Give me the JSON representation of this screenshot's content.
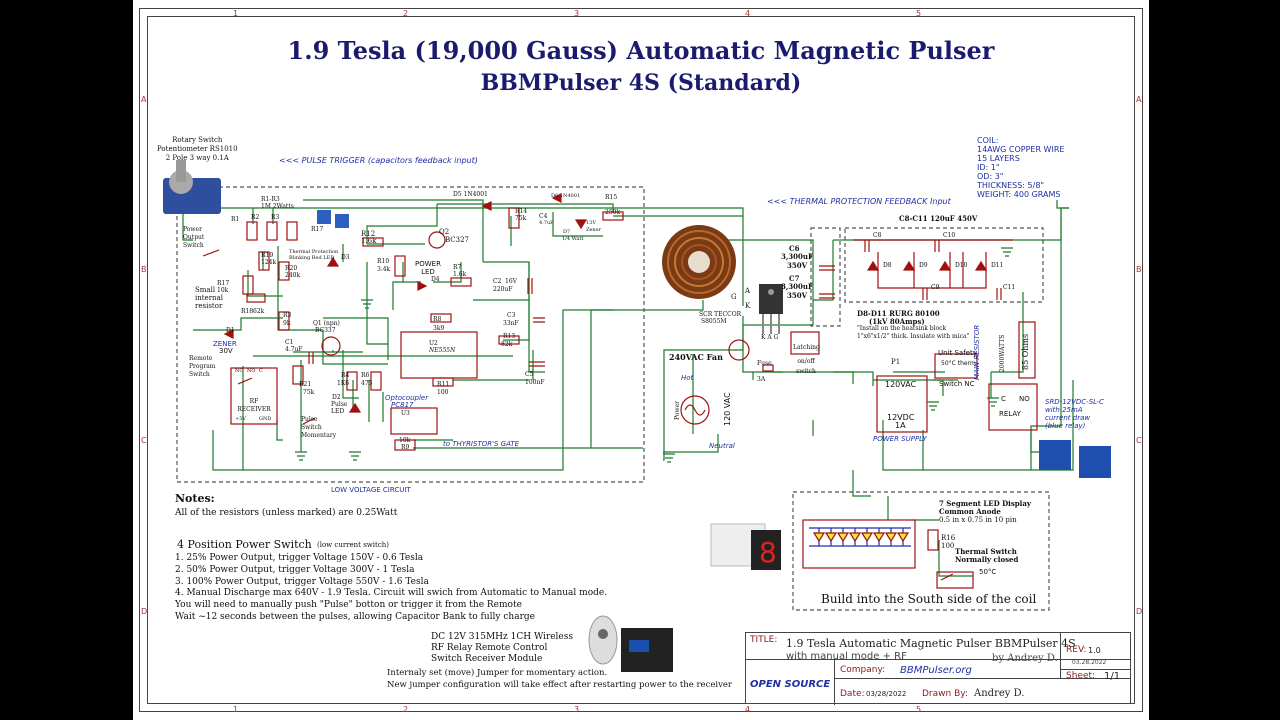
{
  "title_line1": "1.9 Tesla (19,000 Gauss) Automatic Magnetic Pulser",
  "title_line2": "BBMPulser 4S (Standard)",
  "border": {
    "cols": [
      "1",
      "2",
      "3",
      "4",
      "5"
    ],
    "rows": [
      "A",
      "B",
      "C",
      "D"
    ]
  },
  "coil": {
    "lines": [
      "COIL:",
      "14AWG COPPER WIRE",
      "15 LAYERS",
      "ID: 1\"",
      "OD: 3\"",
      "THICKNESS: 5/8\"",
      "WEIGHT: 400 GRAMS"
    ]
  },
  "feedback": {
    "pulse_trigger": "<<< PULSE TRIGGER (capacitors feedback input)",
    "thermal": "<<< THERMAL PROTECTION FEEDBACK Input"
  },
  "rotary_switch": [
    "Rotary Switch",
    "Potentiometer RS1010",
    "2 Pole 3 way 0.1A"
  ],
  "components": {
    "r1r3": "R1-R3",
    "r1r3_val": "1M 2Watts",
    "r1": "R1",
    "r2": "R2",
    "r3": "R3",
    "r17": "R17",
    "r12": "R12",
    "r12_val": "1.6k",
    "q2": "Q2",
    "q2_val": "BC327",
    "d5": "D5 1N4001",
    "d6": "D6 1N4001",
    "r14": "R14",
    "r14_val": "75k",
    "c4": "C4",
    "c4_val": "4.7uF",
    "d7": "D7",
    "d7_val": "13V",
    "d7_z": "Zener",
    "d7_w": "1/4 Watt",
    "r15": "R15",
    "r15_val": "250k",
    "power_sw": [
      "Power",
      "Output",
      "Switch"
    ],
    "r19": "R19",
    "r19_val": "124k",
    "r20": "R20",
    "r20_val": "240k",
    "thermal_led": [
      "Thermal Protection",
      "Blinking Red LED"
    ],
    "d3": "D3",
    "r10": "R10",
    "r10_val": "3.4k",
    "power_led": [
      "POWER",
      "LED"
    ],
    "d4": "D4",
    "r7": "R7",
    "r7_val": "1.6k",
    "c2": "C2",
    "c2_val": "16V",
    "c2_c": "220uF",
    "r17_val": "10k",
    "small_res": [
      "Small",
      "internal",
      "resistor"
    ],
    "r18": "R18",
    "r18_val": "62k",
    "r3b": "R3",
    "r3b_val": "9k",
    "q1": "Q1 (npn)",
    "q1_val": "BC337",
    "r8": "R8",
    "r8_val": "3k9",
    "u2": "U2",
    "u2_val": "NE555N",
    "r13": "R13",
    "r13_val": "82k",
    "c3": "C3",
    "c3_val": "33nF",
    "c5": "C5",
    "c5_val": "100nF",
    "d1": "D1",
    "d1_z": "ZENER",
    "d1_v": "30V",
    "c1": "C1",
    "c1_val": "4.7uF",
    "remote": [
      "Remote",
      "Program",
      "Switch"
    ],
    "r4": "R4",
    "r4_val": "1K6",
    "r6": "R6",
    "r6_val": "475",
    "r11": "R11",
    "r11_val": "100",
    "r21": "R21",
    "r21_val": "75k",
    "d2": "D2",
    "d2_l": "Pulse",
    "d2_led": "LED",
    "opto": "Optocoupler",
    "opto_val": "PC817",
    "u3": "U3",
    "pulse_sw": [
      "Pulse",
      "Switch",
      "Momentary"
    ],
    "r9": "R9",
    "r9_val": "10k",
    "rf": [
      "RF",
      "RECEIVER"
    ],
    "rf_pins": [
      "NC",
      "NO",
      "C",
      "+5V",
      "GND"
    ],
    "thyristor": "to THYRISTOR'S GATE",
    "lv": "LOW VOLTAGE CIRCUIT"
  },
  "hv": {
    "c6": "C6",
    "c6_val": "3,300uF",
    "c6_v": "350V",
    "c7": "C7",
    "c7_val": "3,300uF",
    "c7_v": "350V",
    "scr": "SCR TECCOR",
    "scr_val": "S8055M",
    "scr_pins": "K A G",
    "scr_g": "G",
    "scr_a": "A",
    "scr_k": "K",
    "c8c11": "C8-C11  120uF 450V",
    "caps": [
      "C8",
      "C9",
      "C10",
      "C11"
    ],
    "diodes": [
      "D8",
      "D9",
      "D10",
      "D11"
    ],
    "d8d11": "D8-D11   RURG 80100",
    "d8d11_spec": "(1kV 80Amps)",
    "d8d11_note1": "\"Install on the heatsink block",
    "d8d11_note2": "1\"x6\"x1/2\" thick. Insulate with mica\"",
    "main_res": "MAIN RESISTOR",
    "main_res_w": "2000WATTS",
    "main_res_val": "85 Ohms"
  },
  "ac": {
    "fan": "240VAC Fan",
    "latching": "Latching",
    "onoff": [
      "on/off",
      "switch"
    ],
    "fuse": "Fuse",
    "fuse_val": "3A",
    "hot": "Hot",
    "neutral": "Neutral",
    "power": "Power",
    "volts": "120 VAC",
    "p1": "P1",
    "psu_in": "120VAC",
    "psu_out": "12VDC",
    "psu_a": "1A",
    "psu": "POWER SUPPLY",
    "unit_safety": "Unit Safety",
    "thermo": "50°C therm",
    "switch_nc": "Switch NC",
    "relay": "RELAY",
    "relay_c": "C",
    "relay_no": "NO",
    "relay_spec": [
      "SRD-12VDC-SL-C",
      "with 25mA",
      "current draw",
      "(blue relay)"
    ]
  },
  "display": {
    "title": [
      "7 Segment LED Display",
      "Common Anode",
      "0.5 in x 0.75 in 10 pin"
    ],
    "r16": "R16",
    "r16_val": "100",
    "thermal_sw": [
      "Thermal Switch",
      "Normally closed"
    ],
    "thermal_temp": "50°C",
    "build": "Build into the South side of the coil"
  },
  "notes": {
    "heading": "Notes:",
    "resistors": "All of the resistors (unless marked) are 0.25Watt",
    "switch_heading": "4 Position Power Switch",
    "switch_sub": "(low current switch)",
    "items": [
      "1. 25% Power Output, trigger Voltage  150V - 0.6 Tesla",
      "2. 50% Power Output, trigger Voltage  300V - 1 Tesla",
      "3. 100% Power Output, trigger Voltage  550V - 1.6 Tesla",
      "4. Manual Discharge max  640V - 1.9 Tesla.  Circuit will swich from Automatic to Manual mode.",
      "You will need to manually push \"Pulse\" botton or  trigger it from the Remote",
      "Wait ~12 seconds between the pulses, allowing Capacitor Bank to fully charge"
    ],
    "remote": [
      "DC 12V 315MHz 1CH Wireless",
      "RF Relay Remote Control",
      "Switch Receiver Module"
    ],
    "jumper": [
      "Internaly set (move) Jumper for momentary action.",
      "New jumper configuration will take effect after restarting power to the receiver"
    ]
  },
  "title_block": {
    "title_label": "TITLE:",
    "title": "1.9 Tesla Automatic Magnetic Pulser  BBMPulser 4S",
    "subtitle": "with manual mode + RF",
    "by": "by Andrey D.",
    "rev_label": "REV:",
    "rev": "1.0",
    "rev_date": "03.28.2022",
    "company_label": "Company:",
    "company": "BBMPulser.org",
    "sheet_label": "Sheet:",
    "sheet": "1/1",
    "open_source": "OPEN SOURCE",
    "date_label": "Date:",
    "date": "03/28/2022",
    "drawn_label": "Drawn By:",
    "drawn": "Andrey D."
  }
}
